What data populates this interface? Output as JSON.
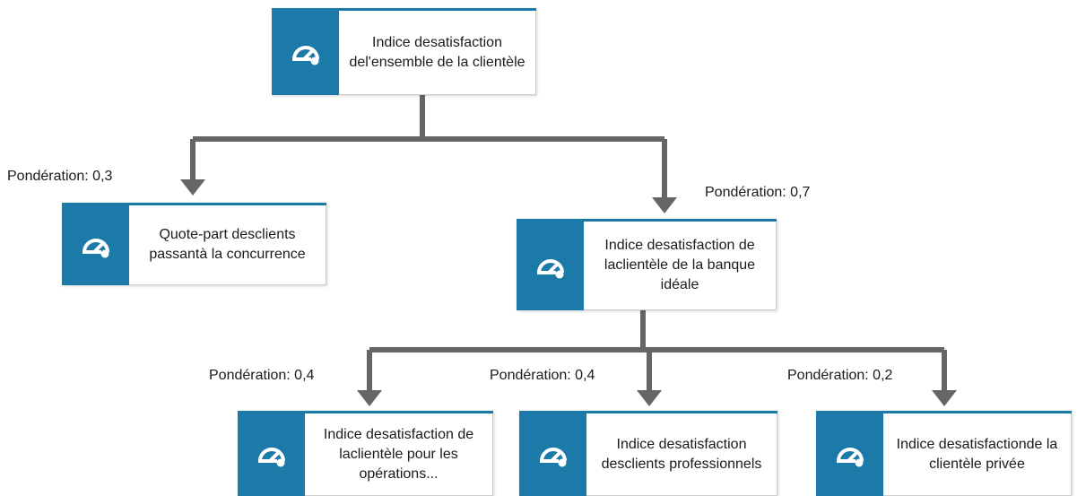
{
  "colors": {
    "accent": "#1b7aa8",
    "connector": "#666666"
  },
  "icon": "gauge-icon",
  "nodes": {
    "root": {
      "label": "Indice desatisfaction del'ensemble de la clientèle"
    },
    "competition": {
      "label": "Quote-part desclients passantà la concurrence"
    },
    "ideal_bank": {
      "label": "Indice desatisfaction de laclientèle de la banque idéale"
    },
    "operations": {
      "label": "Indice desatisfaction de laclientèle pour les opérations..."
    },
    "professional": {
      "label": "Indice desatisfaction desclients professionnels"
    },
    "private": {
      "label": "Indice desatisfactionde la clientèle privée"
    }
  },
  "weights": {
    "competition": "Pondération: 0,3",
    "ideal_bank": "Pondération: 0,7",
    "operations": "Pondération: 0,4",
    "professional": "Pondération: 0,4",
    "private": "Pondération: 0,2"
  }
}
